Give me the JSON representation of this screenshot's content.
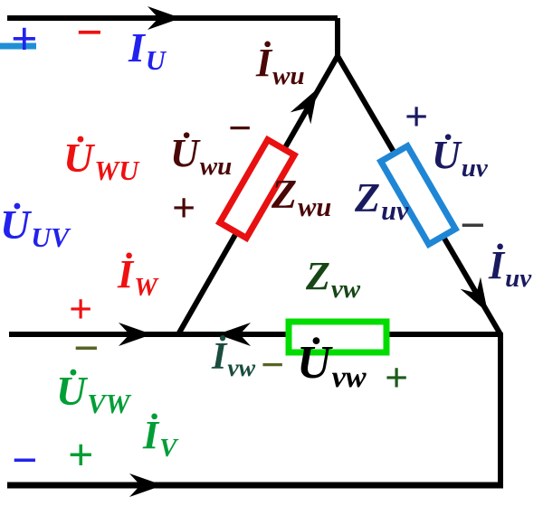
{
  "diagram": {
    "description": "Three-phase delta (triangle) connection circuit with line currents, phase currents, line voltages, phase voltages and impedances",
    "colors": {
      "wire": "#000000",
      "blue": "#2222EE",
      "tap_blue": "#1E8FD5",
      "red": "#EE1111",
      "maroon": "#4A0707",
      "navy": "#1A1A60",
      "gray": "#3C3C3C",
      "olive": "#566325",
      "dark_green": "#164616",
      "teal_green": "#1A4D3E",
      "green": "#009E36",
      "plus_green": "#1A5C1A",
      "black": "#000000",
      "rect_red": "#E81010",
      "rect_blue": "#1F86D6",
      "rect_green": "#00DC00"
    },
    "symbols": {
      "plus": "+",
      "minus": "−"
    },
    "labels": {
      "i_u": {
        "main": "I",
        "sub": "U"
      },
      "i_w": {
        "main": "İ",
        "sub": "W"
      },
      "i_v": {
        "main": "İ",
        "sub": "V"
      },
      "i_wu": {
        "main": "İ",
        "sub": "wu"
      },
      "i_uv": {
        "main": "İ",
        "sub": "uv"
      },
      "i_vw": {
        "main": "İ",
        "sub": "vw"
      },
      "u_WU": {
        "main": "U̇",
        "sub": "WU"
      },
      "u_UV": {
        "main": "U̇",
        "sub": "UV"
      },
      "u_VW": {
        "main": "U̇",
        "sub": "VW"
      },
      "u_wu": {
        "main": "U̇",
        "sub": "wu"
      },
      "u_uv": {
        "main": "U̇",
        "sub": "uv"
      },
      "u_vw": {
        "main": "U̇",
        "sub": "vw"
      },
      "z_wu": {
        "main": "Z",
        "sub": "wu"
      },
      "z_uv": {
        "main": "Z",
        "sub": "uv"
      },
      "z_vw": {
        "main": "Z",
        "sub": "vw"
      }
    }
  }
}
